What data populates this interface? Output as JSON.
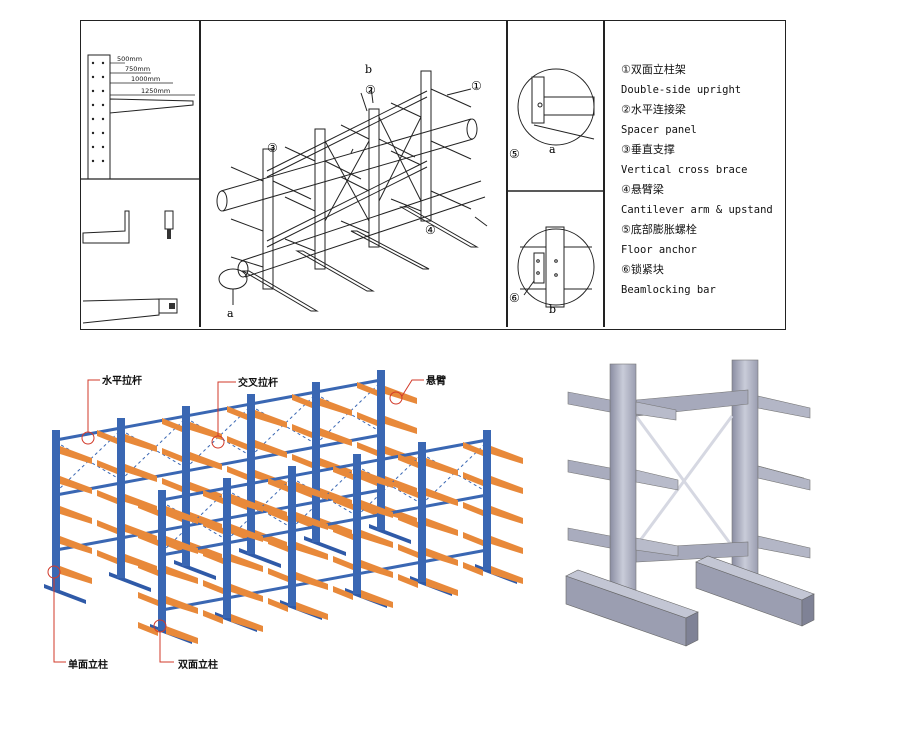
{
  "top_panel": {
    "dimension_labels": [
      "500mm",
      "750mm",
      "1000mm",
      "1250mm"
    ],
    "callouts": {
      "detail_a": "a",
      "detail_b": "b",
      "n1": "①",
      "n2": "②",
      "n3": "③",
      "n4": "④",
      "n5": "⑤",
      "n6": "⑥"
    },
    "legend": [
      {
        "cn": "①双面立柱架",
        "en": "Double-side upright"
      },
      {
        "cn": "②水平连接梁",
        "en": "Spacer panel"
      },
      {
        "cn": "③垂直支撑",
        "en": "Vertical cross brace"
      },
      {
        "cn": "④悬臂梁",
        "en": "Cantilever arm & upstand"
      },
      {
        "cn": "⑤底部膨胀螺栓",
        "en": "Floor anchor"
      },
      {
        "cn": "⑥锁紧块",
        "en": "Beamlocking bar"
      }
    ]
  },
  "colored_diagram": {
    "labels": {
      "horizontal_tie": "水平拉杆",
      "cross_brace": "交叉拉杆",
      "cantilever": "悬臂",
      "single_upright": "单面立柱",
      "double_upright": "双面立柱"
    },
    "colors": {
      "upright": "#3a67b3",
      "arm": "#e8893a",
      "base": "#2f5aa8",
      "leader": "#d23a2a"
    }
  },
  "gray_render": {
    "colors": {
      "steel_light": "#c5c8d6",
      "steel_mid": "#a6a9bb",
      "steel_dark": "#7f8296"
    }
  }
}
